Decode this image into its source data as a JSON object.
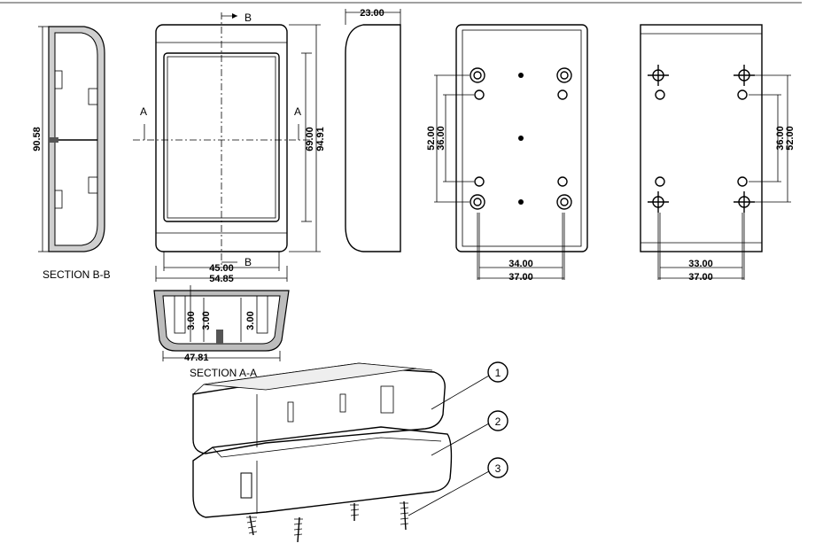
{
  "sections": {
    "b_b": "SECTION B-B",
    "a_a": "SECTION A-A"
  },
  "markers": {
    "a": "A",
    "b": "B"
  },
  "dimensions": {
    "height_90_58": "90.58",
    "width_45": "45.00",
    "width_54_85": "54.85",
    "height_69": "69.00",
    "height_94_91": "94.91",
    "depth_23": "23.00",
    "back_52": "52.00",
    "back_36": "36.00",
    "back_34": "34.00",
    "back_37": "37.00",
    "bottom_36": "36.00",
    "bottom_52": "52.00",
    "bottom_33": "33.00",
    "bottom_37": "37.00",
    "aa_3_left": "3.00",
    "aa_3_mid": "3.00",
    "aa_3_right": "3.00",
    "aa_47_81": "47.81"
  },
  "callouts": [
    "1",
    "2",
    "3"
  ]
}
